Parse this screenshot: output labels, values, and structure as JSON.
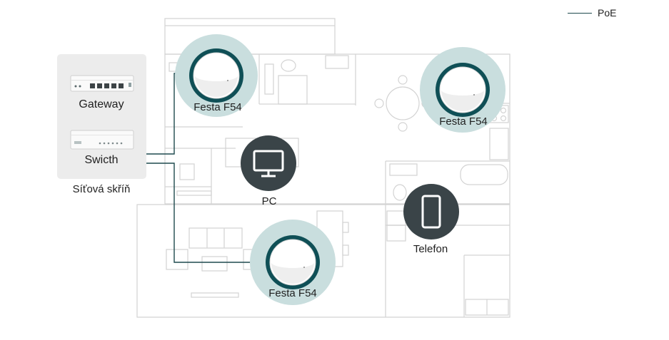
{
  "legend": {
    "poe_label": "PoE",
    "line_color": "#1e4a4e"
  },
  "cabinet": {
    "label": "Síťová skříň",
    "gateway_label": "Gateway",
    "switch_label": "Swicth",
    "background": "#ececec"
  },
  "access_points": [
    {
      "id": "ap-top-left",
      "label": "Festa F54"
    },
    {
      "id": "ap-top-right",
      "label": "Festa F54"
    },
    {
      "id": "ap-bottom",
      "label": "Festa F54"
    }
  ],
  "clients": {
    "pc": {
      "label": "PC",
      "icon": "monitor-icon"
    },
    "phone": {
      "label": "Telefon",
      "icon": "smartphone-icon"
    }
  },
  "colors": {
    "ap_halo": "#c9dede",
    "ap_ring": "#0f4f56",
    "client_circle": "#3a4448",
    "floorplan_line": "#d3d3d3",
    "poe_cable": "#1e4a4e"
  }
}
